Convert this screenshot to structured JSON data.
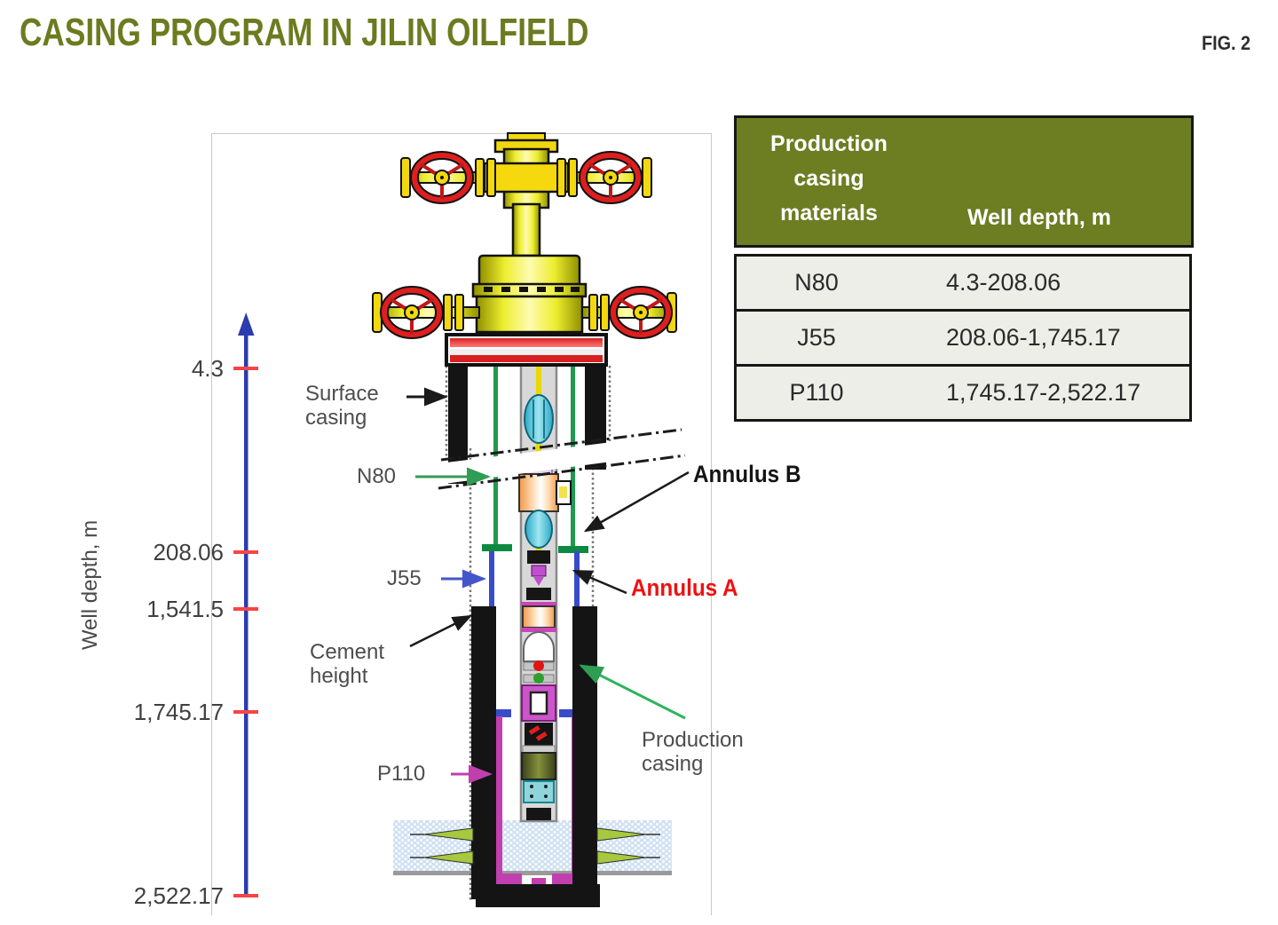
{
  "title": "CASING PROGRAM IN JILIN OILFIELD",
  "figure_label": "FIG. 2",
  "depth_scale": {
    "axis_label": "Well depth, m",
    "ticks": [
      {
        "label": "4.3"
      },
      {
        "label": "208.06"
      },
      {
        "label": "1,541.5"
      },
      {
        "label": "1,745.17"
      },
      {
        "label": "2,522.17"
      }
    ]
  },
  "labels": {
    "surface_casing": "Surface\ncasing",
    "n80": "N80",
    "j55": "J55",
    "cement_height": "Cement\nheight",
    "p110": "P110",
    "annulus_b": "Annulus B",
    "annulus_a": "Annulus A",
    "production_casing": "Production\ncasing"
  },
  "table": {
    "header": {
      "materials": "Production casing materials",
      "well_depth": "Well depth, m"
    },
    "rows": [
      {
        "material": "N80",
        "depth": "4.3-208.06"
      },
      {
        "material": "J55",
        "depth": "208.06-1,745.17"
      },
      {
        "material": "P110",
        "depth": "1,745.17-2,522.17"
      }
    ]
  },
  "colors": {
    "title_olive": "#6d7b20",
    "table_header_bg": "#6d7d22",
    "table_body_bg": "#edeee8",
    "depth_line_blue": "#2b3cb0",
    "tick_red": "#f64545",
    "n80_green": "#2f9e54",
    "j55_blue": "#4455cc",
    "p110_magenta": "#bf3fae",
    "annulus_a_red": "#ee1111",
    "cement_black": "#141414",
    "reservoir_blue": "#cfe0f2",
    "wellhead_yellow": "#f2d80e",
    "valve_red": "#dd1f1f"
  }
}
